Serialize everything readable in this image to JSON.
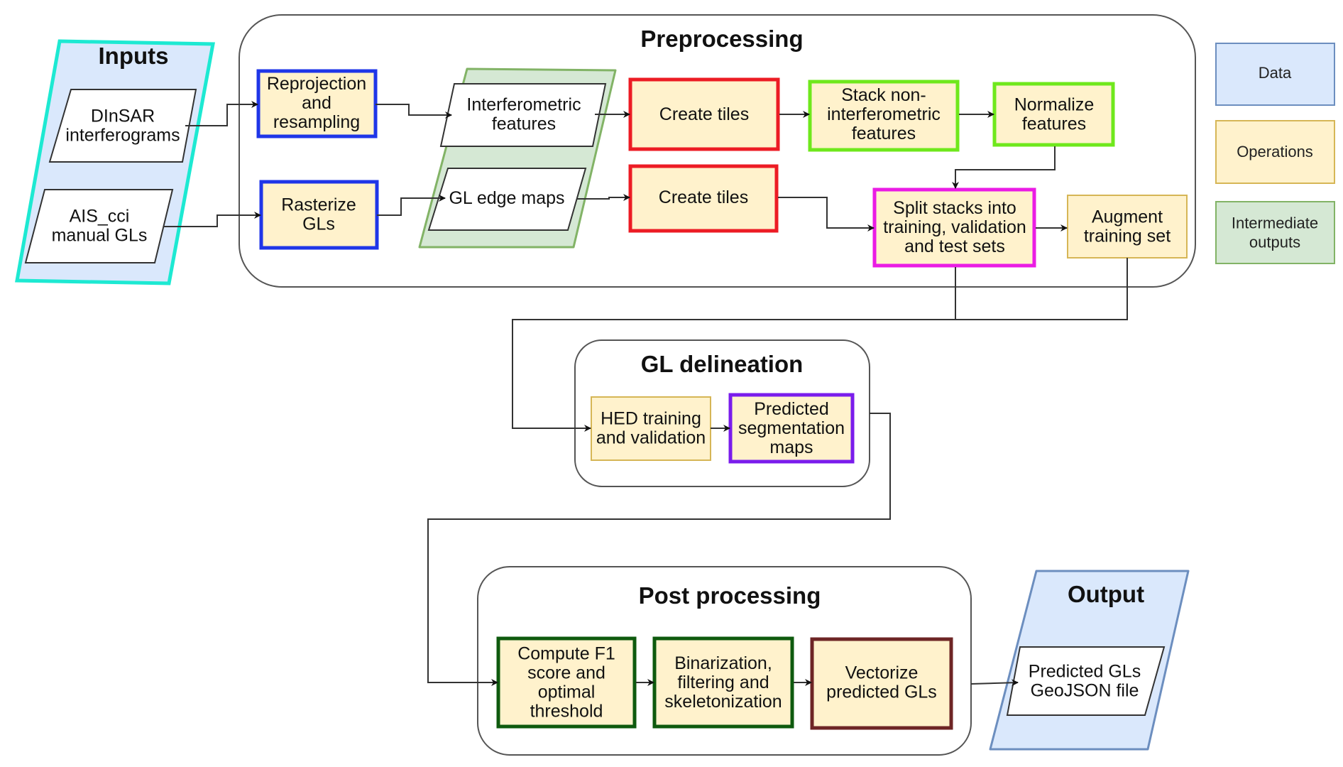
{
  "colors": {
    "data_fill": "#dae8fc",
    "data_stroke": "#6c8ebf",
    "operation_fill": "#fff2cc",
    "operation_stroke": "#d6b656",
    "intermediate_fill": "#d5e8d4",
    "intermediate_stroke": "#82b366",
    "inputs_border": "#1de9d2",
    "reproject_border": "#1f36e8",
    "tiles_border": "#ec1c24",
    "stack_border": "#6fe81c",
    "split_border": "#ea1ce4",
    "predicted_seg_border": "#7a1cec",
    "postproc_green_border": "#0e5a0e",
    "vectorize_border": "#6e2525"
  },
  "inputs": {
    "title": "Inputs",
    "items": [
      {
        "lines": [
          "DInSAR",
          "interferograms"
        ]
      },
      {
        "lines": [
          "AIS_cci",
          "manual GLs"
        ]
      }
    ]
  },
  "preprocessing": {
    "title": "Preprocessing",
    "reprojection": {
      "lines": [
        "Reprojection",
        "and",
        "resampling"
      ]
    },
    "rasterize": {
      "lines": [
        "Rasterize",
        "GLs"
      ]
    },
    "interferometric_features": {
      "lines": [
        "Interferometric",
        "features"
      ]
    },
    "gl_edge_maps": {
      "lines": [
        "GL edge maps"
      ]
    },
    "create_tiles_1": {
      "lines": [
        "Create tiles"
      ]
    },
    "create_tiles_2": {
      "lines": [
        "Create tiles"
      ]
    },
    "stack_non_interferometric": {
      "lines": [
        "Stack non-",
        "interferometric",
        "features"
      ]
    },
    "normalize_features": {
      "lines": [
        "Normalize",
        "features"
      ]
    },
    "split_stacks": {
      "lines": [
        "Split stacks into",
        "training, validation",
        "and test sets"
      ]
    },
    "augment_training": {
      "lines": [
        "Augment",
        "training set"
      ]
    }
  },
  "gl_delineation": {
    "title": "GL delineation",
    "hed": {
      "lines": [
        "HED training",
        "and validation"
      ]
    },
    "predicted_segmentation": {
      "lines": [
        "Predicted",
        "segmentation",
        "maps"
      ]
    }
  },
  "post_processing": {
    "title": "Post processing",
    "compute_f1": {
      "lines": [
        "Compute F1",
        "score and",
        "optimal",
        "threshold"
      ]
    },
    "binarization": {
      "lines": [
        "Binarization,",
        "filtering and",
        "skeletonization"
      ]
    },
    "vectorize": {
      "lines": [
        "Vectorize",
        "predicted GLs"
      ]
    }
  },
  "output": {
    "title": "Output",
    "item": {
      "lines": [
        "Predicted GLs",
        "GeoJSON file"
      ]
    }
  },
  "legend": [
    {
      "label_lines": [
        "Data"
      ],
      "kind": "data"
    },
    {
      "label_lines": [
        "Operations"
      ],
      "kind": "operation"
    },
    {
      "label_lines": [
        "Intermediate",
        "outputs"
      ],
      "kind": "intermediate"
    }
  ]
}
